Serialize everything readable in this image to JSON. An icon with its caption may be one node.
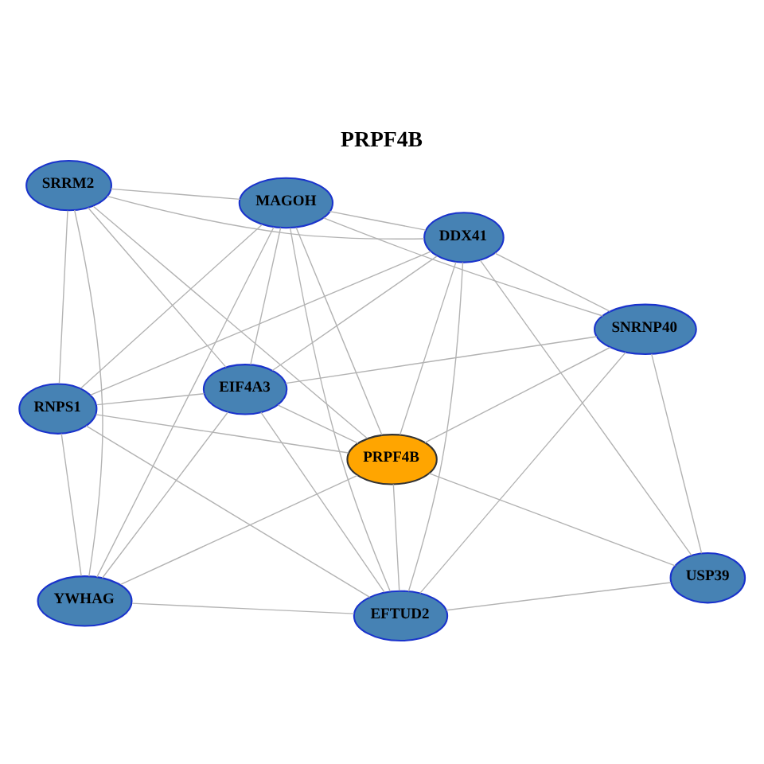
{
  "diagram": {
    "title": "PRPF4B",
    "nodes": [
      {
        "text": [
          "SNRNP40"
        ]
      },
      {
        "text": [
          "EIF4A3"
        ]
      },
      {
        "text": [
          "DDX41"
        ]
      },
      {
        "text": [
          "USP39"
        ]
      },
      {
        "text": [
          "MAGOH"
        ]
      },
      {
        "text": [
          "PRPF4B"
        ]
      },
      {
        "text": [
          "EFTUD2"
        ]
      },
      {
        "text": [
          "SRRM2"
        ]
      },
      {
        "text": [
          "RNPS1"
        ]
      },
      {
        "text": [
          "YWHAG"
        ]
      }
    ],
    "edges": [
      {
        "from": 0,
        "to": 1,
        "arrow": "none"
      },
      {
        "from": 0,
        "to": 2,
        "arrow": "none"
      },
      {
        "from": 0,
        "to": 3,
        "arrow": "none"
      },
      {
        "from": 0,
        "to": 4,
        "arrow": "none"
      },
      {
        "from": 0,
        "to": 5,
        "arrow": "none"
      },
      {
        "from": 0,
        "to": 6,
        "arrow": "none"
      },
      {
        "from": 1,
        "to": 2,
        "arrow": "none"
      },
      {
        "from": 1,
        "to": 7,
        "arrow": "none"
      },
      {
        "from": 1,
        "to": 4,
        "arrow": "none"
      },
      {
        "from": 1,
        "to": 8,
        "arrow": "none"
      },
      {
        "from": 1,
        "to": 5,
        "arrow": "none"
      },
      {
        "from": 1,
        "to": 6,
        "arrow": "none"
      },
      {
        "from": 1,
        "to": 9,
        "arrow": "none"
      },
      {
        "from": 2,
        "to": 3,
        "arrow": "none"
      },
      {
        "from": 2,
        "to": 4,
        "arrow": "none"
      },
      {
        "from": 2,
        "to": 5,
        "arrow": "none"
      },
      {
        "from": 2,
        "to": 6,
        "arrow": "none"
      },
      {
        "from": 2,
        "to": 7,
        "arrow": "none"
      },
      {
        "from": 2,
        "to": 8,
        "arrow": "none"
      },
      {
        "from": 3,
        "to": 5,
        "arrow": "none"
      },
      {
        "from": 3,
        "to": 6,
        "arrow": "none"
      },
      {
        "from": 4,
        "to": 7,
        "arrow": "none"
      },
      {
        "from": 4,
        "to": 5,
        "arrow": "none"
      },
      {
        "from": 4,
        "to": 6,
        "arrow": "none"
      },
      {
        "from": 4,
        "to": 8,
        "arrow": "none"
      },
      {
        "from": 4,
        "to": 9,
        "arrow": "none"
      },
      {
        "from": 5,
        "to": 7,
        "arrow": "none"
      },
      {
        "from": 5,
        "to": 6,
        "arrow": "none"
      },
      {
        "from": 5,
        "to": 8,
        "arrow": "none"
      },
      {
        "from": 5,
        "to": 9,
        "arrow": "none"
      },
      {
        "from": 6,
        "to": 8,
        "arrow": "none"
      },
      {
        "from": 6,
        "to": 9,
        "arrow": "none"
      },
      {
        "from": 7,
        "to": 8,
        "arrow": "none"
      },
      {
        "from": 7,
        "to": 9,
        "arrow": "none"
      },
      {
        "from": 8,
        "to": 9,
        "arrow": "none"
      }
    ]
  }
}
